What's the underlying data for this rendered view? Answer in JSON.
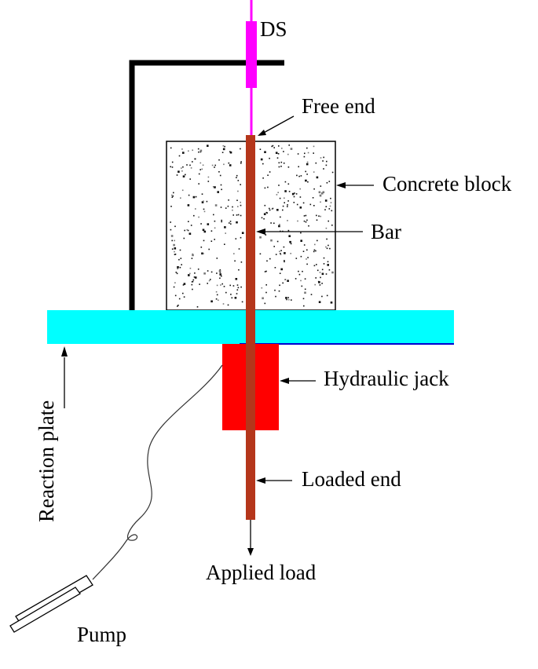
{
  "labels": {
    "ds": "DS",
    "free_end": "Free end",
    "concrete_block": "Concrete block",
    "bar": "Bar",
    "hydraulic_jack": "Hydraulic jack",
    "reaction_plate": "Reaction plate",
    "loaded_end": "Loaded end",
    "applied_load": "Applied load",
    "pump": "Pump"
  },
  "colors": {
    "displacement_sensor": "#ff00ff",
    "bar": "#b5361b",
    "reaction_plate": "#00ffff",
    "hydraulic_jack": "#ff0000",
    "frame": "#000000"
  }
}
